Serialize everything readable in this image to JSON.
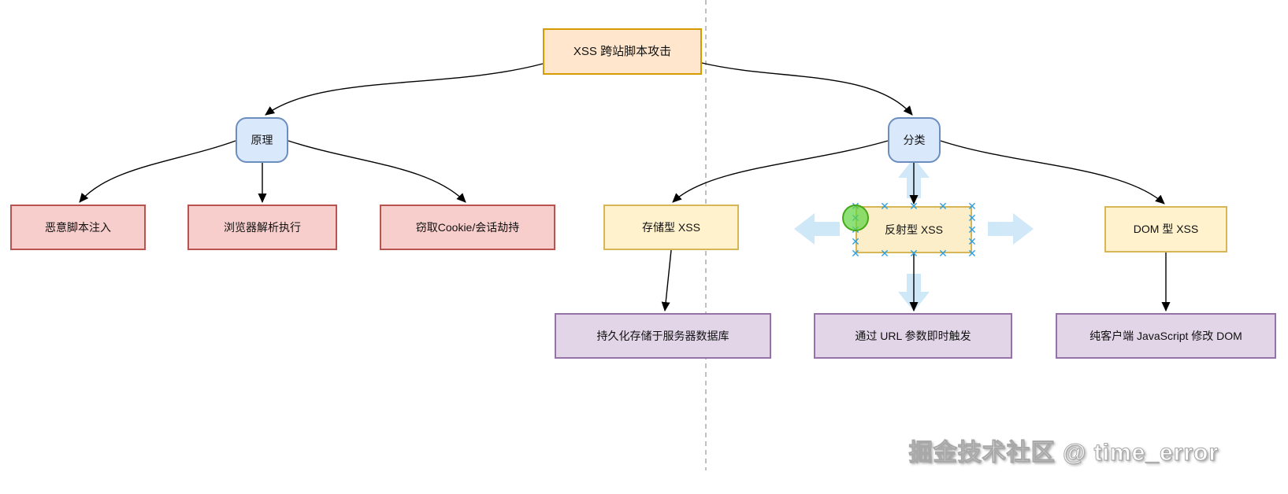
{
  "nodes": {
    "root": {
      "label": "XSS 跨站脚本攻击"
    },
    "principle": {
      "label": "原理"
    },
    "classification": {
      "label": "分类"
    },
    "malicious_injection": {
      "label": "恶意脚本注入"
    },
    "browser_execution": {
      "label": "浏览器解析执行"
    },
    "cookie_theft": {
      "label": "窃取Cookie/会话劫持"
    },
    "stored_xss": {
      "label": "存储型 XSS"
    },
    "reflected_xss": {
      "label": "反射型 XSS"
    },
    "dom_xss": {
      "label": "DOM 型 XSS"
    },
    "stored_detail": {
      "label": "持久化存储于服务器数据库"
    },
    "reflected_detail": {
      "label": "通过 URL 参数即时触发"
    },
    "dom_detail": {
      "label": "纯客户端 JavaScript 修改 DOM"
    }
  },
  "edges": [
    {
      "from": "root",
      "to": "principle"
    },
    {
      "from": "root",
      "to": "classification"
    },
    {
      "from": "principle",
      "to": "malicious_injection"
    },
    {
      "from": "principle",
      "to": "browser_execution"
    },
    {
      "from": "principle",
      "to": "cookie_theft"
    },
    {
      "from": "classification",
      "to": "stored_xss"
    },
    {
      "from": "classification",
      "to": "reflected_xss"
    },
    {
      "from": "classification",
      "to": "dom_xss"
    },
    {
      "from": "stored_xss",
      "to": "stored_detail"
    },
    {
      "from": "reflected_xss",
      "to": "reflected_detail"
    },
    {
      "from": "dom_xss",
      "to": "dom_detail"
    }
  ],
  "selection": {
    "selected_node": "反射型 XSS"
  },
  "watermark": {
    "text": "掘金技术社区 @ time_error"
  },
  "colors": {
    "root_fill": "#ffe6cc",
    "root_stroke": "#d79b00",
    "branch_fill": "#dae8fc",
    "branch_stroke": "#6c8ebf",
    "principle_fill": "#f8cecc",
    "principle_stroke": "#b85450",
    "type_fill": "#fff2cc",
    "type_stroke": "#d6b656",
    "detail_fill": "#e1d5e7",
    "detail_stroke": "#9673a6",
    "edge_stroke": "#000000",
    "divider_stroke": "#c0c0c0",
    "selection_handle": "#2e9fe3",
    "direction_arrow": "#cde7f7",
    "connection_point": "#63d644"
  }
}
